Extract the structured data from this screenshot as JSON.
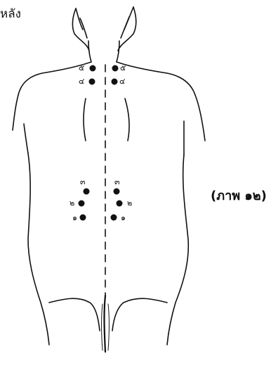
{
  "header_fragment": "หลัง",
  "figure_caption": "(ภาพ ๑๒)",
  "points": {
    "p5": "๕",
    "p4": "๔",
    "p3": "๓",
    "p2": "๒",
    "p1": "๑"
  },
  "colors": {
    "ink": "#111111",
    "background": "#ffffff"
  }
}
